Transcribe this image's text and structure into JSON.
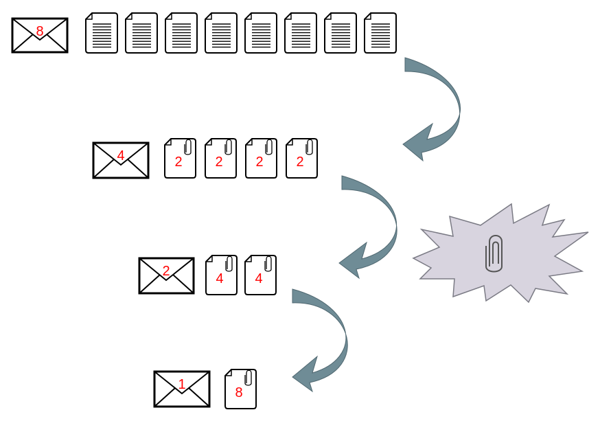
{
  "colors": {
    "label": "#ff0000",
    "outline": "#000000",
    "arrow_fill": "#6f8c96",
    "arrow_stroke": "#4f6770",
    "burst_fill": "#d8d4df",
    "burst_stroke": "#7a7a84",
    "paperclip": "#555555"
  },
  "rows": [
    {
      "envelope_count": "8",
      "page_type": "text-page-icon",
      "pages": [
        "",
        "",
        "",
        "",
        "",
        "",
        "",
        ""
      ]
    },
    {
      "envelope_count": "4",
      "page_type": "attachment-page-icon",
      "pages": [
        "2",
        "2",
        "2",
        "2"
      ]
    },
    {
      "envelope_count": "2",
      "page_type": "attachment-page-icon",
      "pages": [
        "4",
        "4"
      ]
    },
    {
      "envelope_count": "1",
      "page_type": "attachment-page-icon",
      "pages": [
        "8"
      ]
    }
  ],
  "callout": {
    "icon": "paperclip-icon",
    "shape": "starburst"
  },
  "arrows": {
    "count": 3,
    "icon": "curved-arrow-icon"
  }
}
